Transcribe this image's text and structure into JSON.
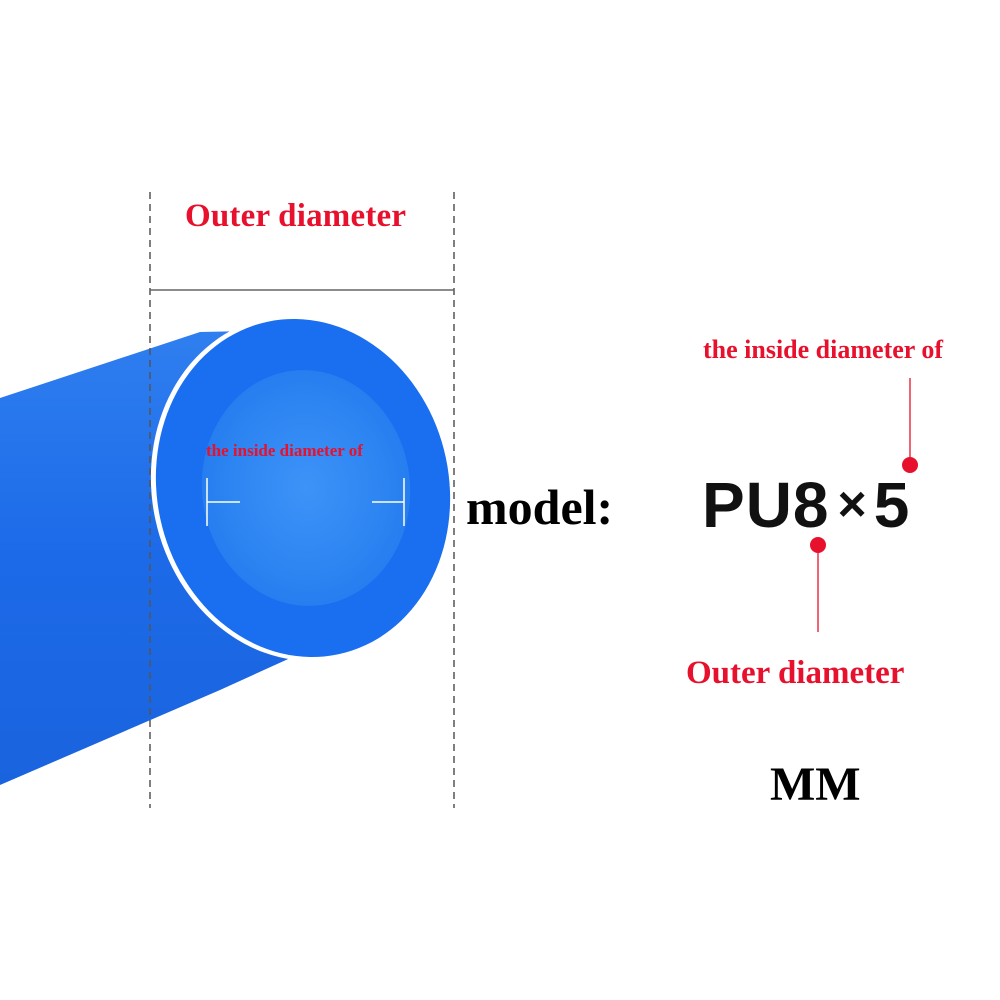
{
  "labels": {
    "outer_diameter_top": "Outer diameter",
    "inside_diameter_tube": "the inside diameter of",
    "inside_diameter_right": "the inside diameter of",
    "outer_diameter_right": "Outer diameter",
    "model_prefix": "model:",
    "unit": "MM"
  },
  "model": {
    "series": "PU",
    "outer_diameter": "8",
    "separator": "×",
    "inner_diameter": "5"
  },
  "colors": {
    "tube_blue": "#1a6fea",
    "tube_inner": "#2f86f3",
    "annotation_red": "#e8112d",
    "dashed_line": "#555555"
  }
}
